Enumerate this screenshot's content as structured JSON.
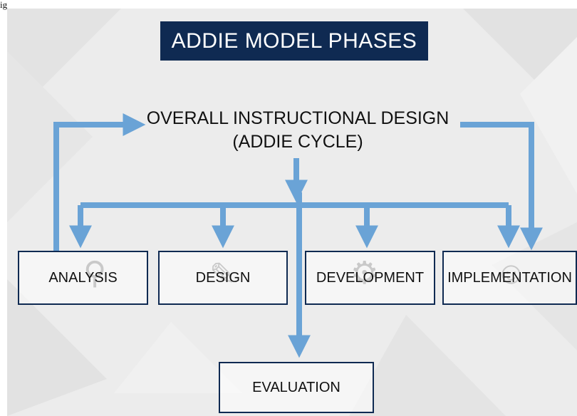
{
  "caption": "ig",
  "title": "ADDIE MODEL PHASES",
  "overall": {
    "line1": "OVERALL INSTRUCTIONAL DESIGN",
    "line2": "(ADDIE CYCLE)"
  },
  "phases": {
    "analysis": "ANALYSIS",
    "design": "DESIGN",
    "development": "DEVELOPMENT",
    "implementation": "IMPLEMENTATION",
    "evaluation": "EVALUATION"
  },
  "colors": {
    "title_bg": "#0f2a52",
    "arrow": "#6aa3d6",
    "box_border": "#0f2a52"
  },
  "icons": {
    "analysis": "magnifier-icon",
    "design": "document-edit-icon",
    "development": "gears-icon",
    "implementation": "person-map-icon"
  }
}
